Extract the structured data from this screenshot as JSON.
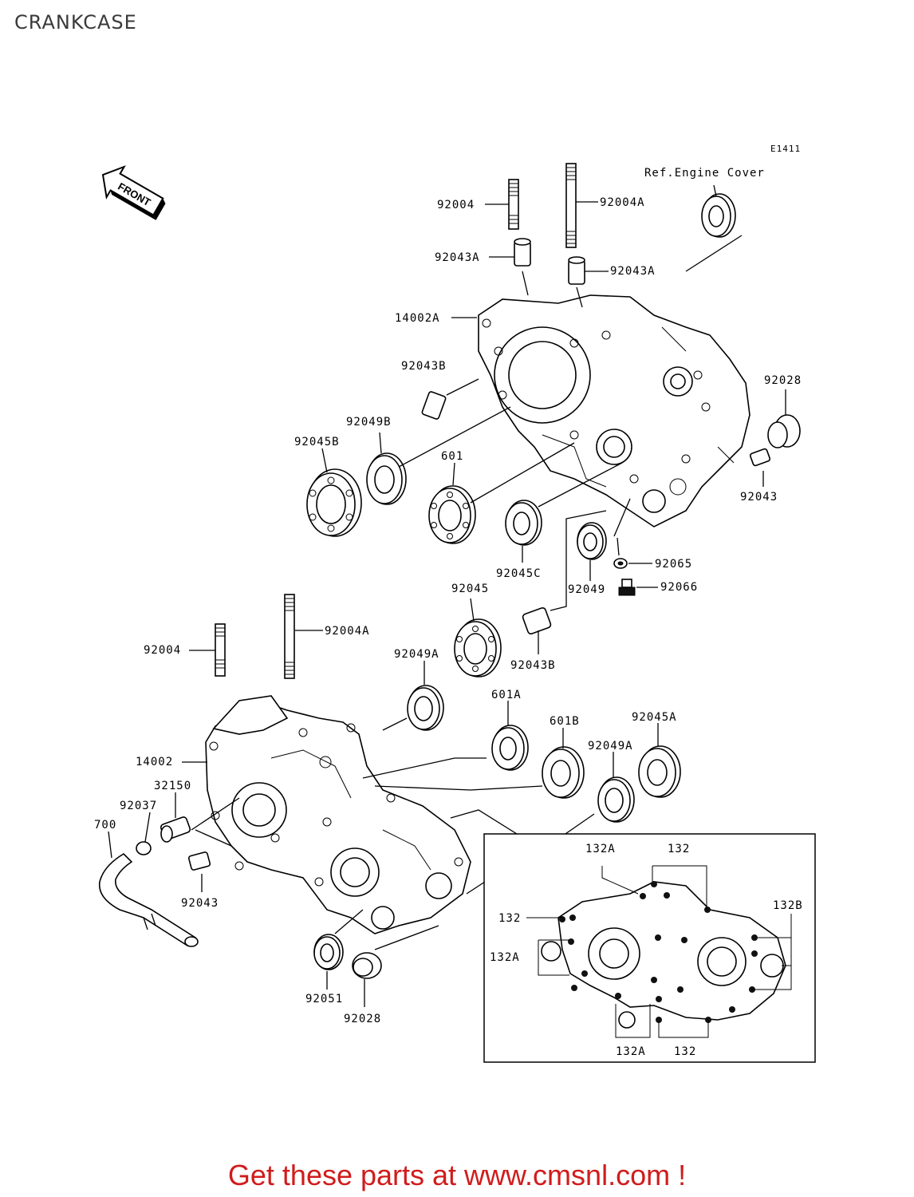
{
  "page": {
    "title": "CRANKCASE",
    "diagram_code": "E1411",
    "front_label": "FRONT",
    "ref_note": "Ref.Engine Cover",
    "footer": "Get these parts at www.cmsnl.com !"
  },
  "labels": {
    "p92004_top": "92004",
    "p92004A_top": "92004A",
    "p92043A_left": "92043A",
    "p92043A_right": "92043A",
    "p14002A": "14002A",
    "p92043B_top": "92043B",
    "p92028_right": "92028",
    "p92049B": "92049B",
    "p92045B": "92045B",
    "p601": "601",
    "p92043_right": "92043",
    "p92065": "92065",
    "p92045C": "92045C",
    "p92049": "92049",
    "p92066": "92066",
    "p92045": "92045",
    "p92004A_bottom": "92004A",
    "p92004_bottom": "92004",
    "p92049A_left": "92049A",
    "p92043B_bottom": "92043B",
    "p601A": "601A",
    "p601B": "601B",
    "p92045A": "92045A",
    "p92049A_right": "92049A",
    "p14002": "14002",
    "p32150": "32150",
    "p92037": "92037",
    "p700": "700",
    "p92043_left": "92043",
    "p92051": "92051",
    "p92028_bottom": "92028",
    "inset_132A_top": "132A",
    "inset_132_top": "132",
    "inset_132_left": "132",
    "inset_132B": "132B",
    "inset_132A_left": "132A",
    "inset_132A_bottom": "132A",
    "inset_132_bottom": "132"
  }
}
